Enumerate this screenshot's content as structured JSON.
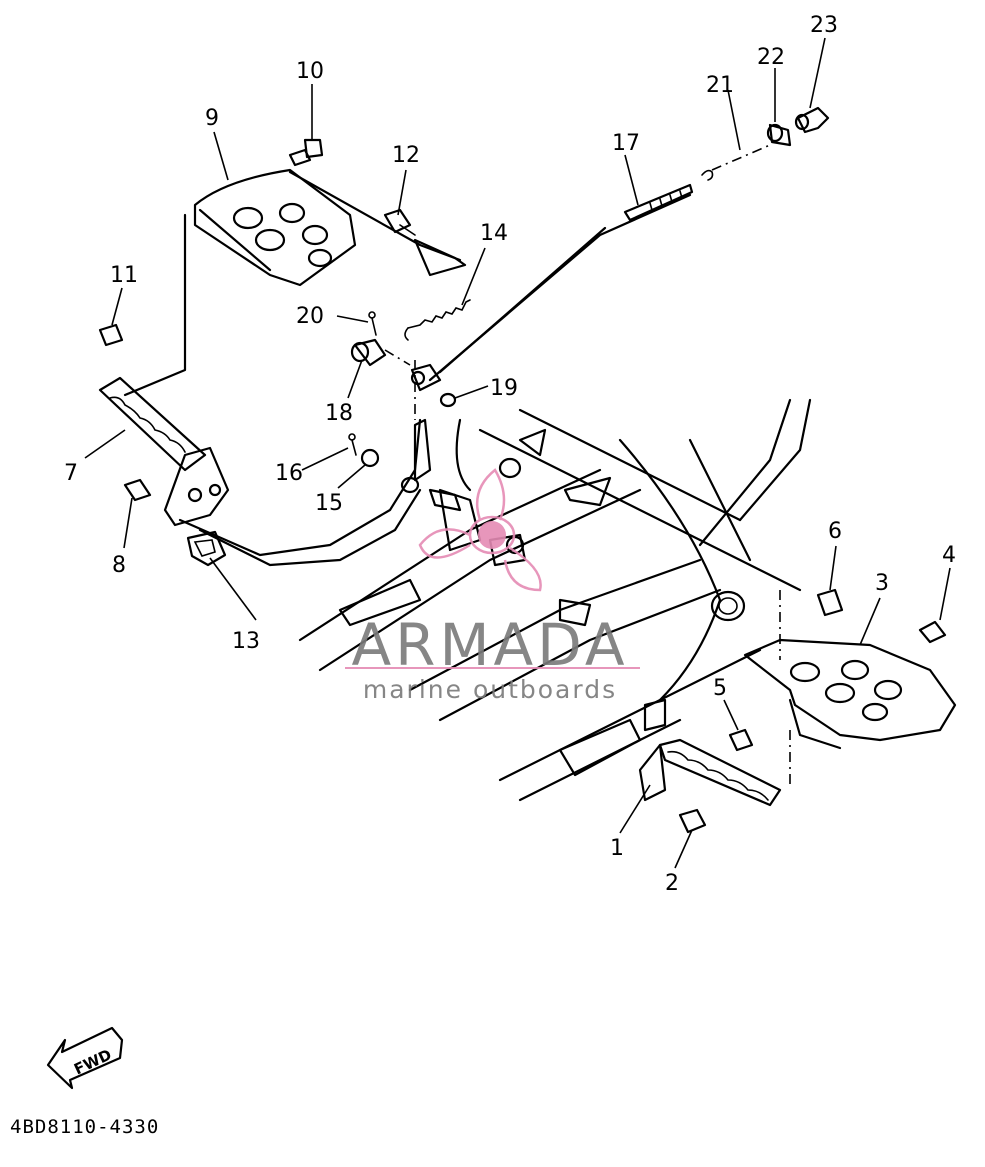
{
  "diagram": {
    "part_code": "4BD8110-4330",
    "fwd_label": "FWD",
    "callouts": [
      "1",
      "2",
      "3",
      "4",
      "5",
      "6",
      "7",
      "8",
      "9",
      "10",
      "11",
      "12",
      "13",
      "14",
      "15",
      "16",
      "17",
      "18",
      "19",
      "20",
      "21",
      "22",
      "23"
    ]
  },
  "watermark": {
    "brand": "ARMADA",
    "tagline": "marine outboards",
    "accent_color": "#e58bb4",
    "text_color": "#7a7a7a"
  }
}
